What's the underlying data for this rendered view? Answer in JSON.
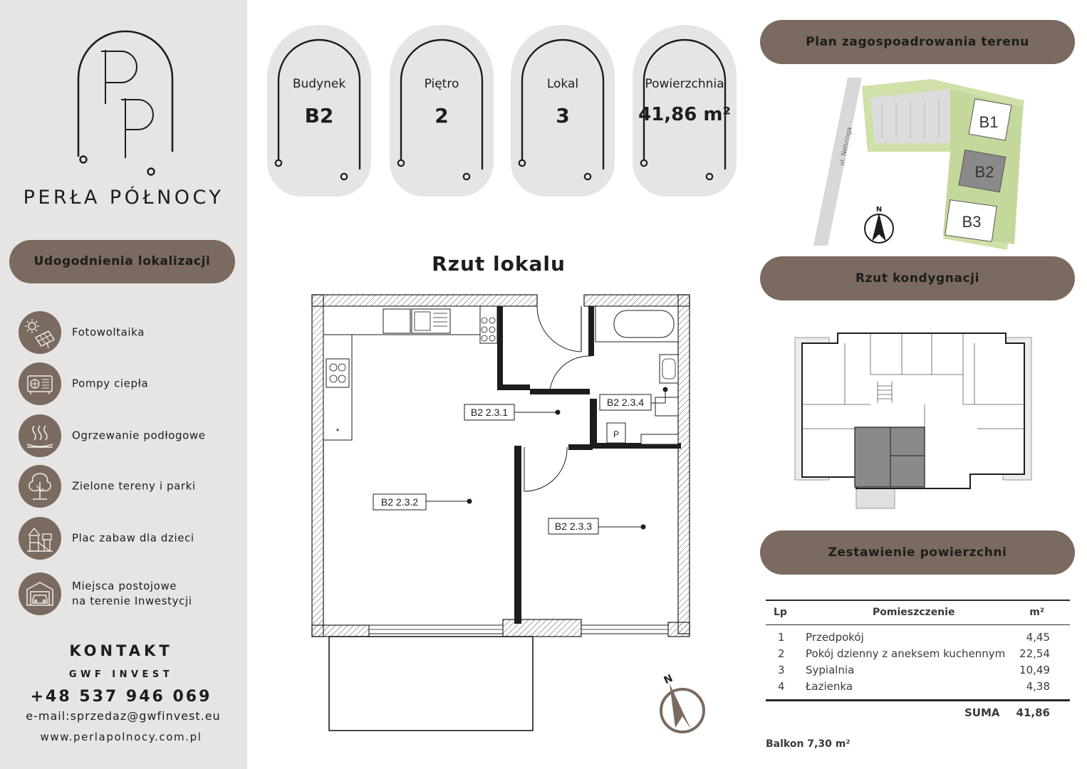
{
  "brand": {
    "logo_monogram": "PP",
    "name": "PERŁA PÓŁNOCY"
  },
  "sidebar": {
    "section_title": "Udogodnienia lokalizacji",
    "amenities": [
      {
        "label": "Fotowoltaika",
        "icon": "solar-panel-icon"
      },
      {
        "label": "Pompy ciepła",
        "icon": "heat-pump-icon"
      },
      {
        "label": "Ogrzewanie podłogowe",
        "icon": "floor-heating-icon"
      },
      {
        "label": "Zielone tereny i parki",
        "icon": "tree-icon"
      },
      {
        "label": "Plac zabaw dla dzieci",
        "icon": "playground-icon"
      },
      {
        "label": "Miejsca postojowe\nna terenie Inwestycji",
        "label_line1": "Miejsca postojowe",
        "label_line2": "na terenie Inwestycji",
        "icon": "garage-icon"
      }
    ],
    "contact": {
      "heading": "KONTAKT",
      "company": "GWF INVEST",
      "phone": "+48 537 946 069",
      "email": "e-mail:sprzedaz@gwfinvest.eu",
      "website": "www.perlapolnocy.com.pl"
    }
  },
  "info_cards": [
    {
      "label": "Budynek",
      "value": "B2"
    },
    {
      "label": "Piętro",
      "value": "2"
    },
    {
      "label": "Lokal",
      "value": "3"
    },
    {
      "label": "Powierzchnia",
      "value": "41,86 m²"
    }
  ],
  "unit_plan": {
    "title": "Rzut lokalu",
    "room_tags": [
      "B2 2.3.1",
      "B2 2.3.2",
      "B2 2.3.3",
      "B2 2.3.4"
    ],
    "compass_letter": "N"
  },
  "site_plan": {
    "title": "Plan zagospoadrowania terenu",
    "street": "ul. Nehringa",
    "buildings": [
      "B1",
      "B2",
      "B3"
    ],
    "compass_letter": "N"
  },
  "floor_plan": {
    "title": "Rzut kondygnacji"
  },
  "areas": {
    "title": "Zestawienie powierzchni",
    "headers": {
      "lp": "Lp",
      "room": "Pomieszczenie",
      "unit": "m²"
    },
    "rows": [
      {
        "lp": "1",
        "room": "Przedpokój",
        "area": "4,45"
      },
      {
        "lp": "2",
        "room": "Pokój dzienny z aneksem kuchennym",
        "area": "22,54"
      },
      {
        "lp": "3",
        "room": "Sypialnia",
        "area": "10,49"
      },
      {
        "lp": "4",
        "room": "Łazienka",
        "area": "4,38"
      }
    ],
    "sum_label": "SUMA",
    "sum_value": "41,86",
    "balcony": "Balkon 7,30 m²"
  },
  "colors": {
    "accent_brown": "#7a6a5f",
    "sidebar_bg": "#e6e5e3",
    "text_dark": "#1d1d1b",
    "highlight_building": "#8a8a8a"
  }
}
